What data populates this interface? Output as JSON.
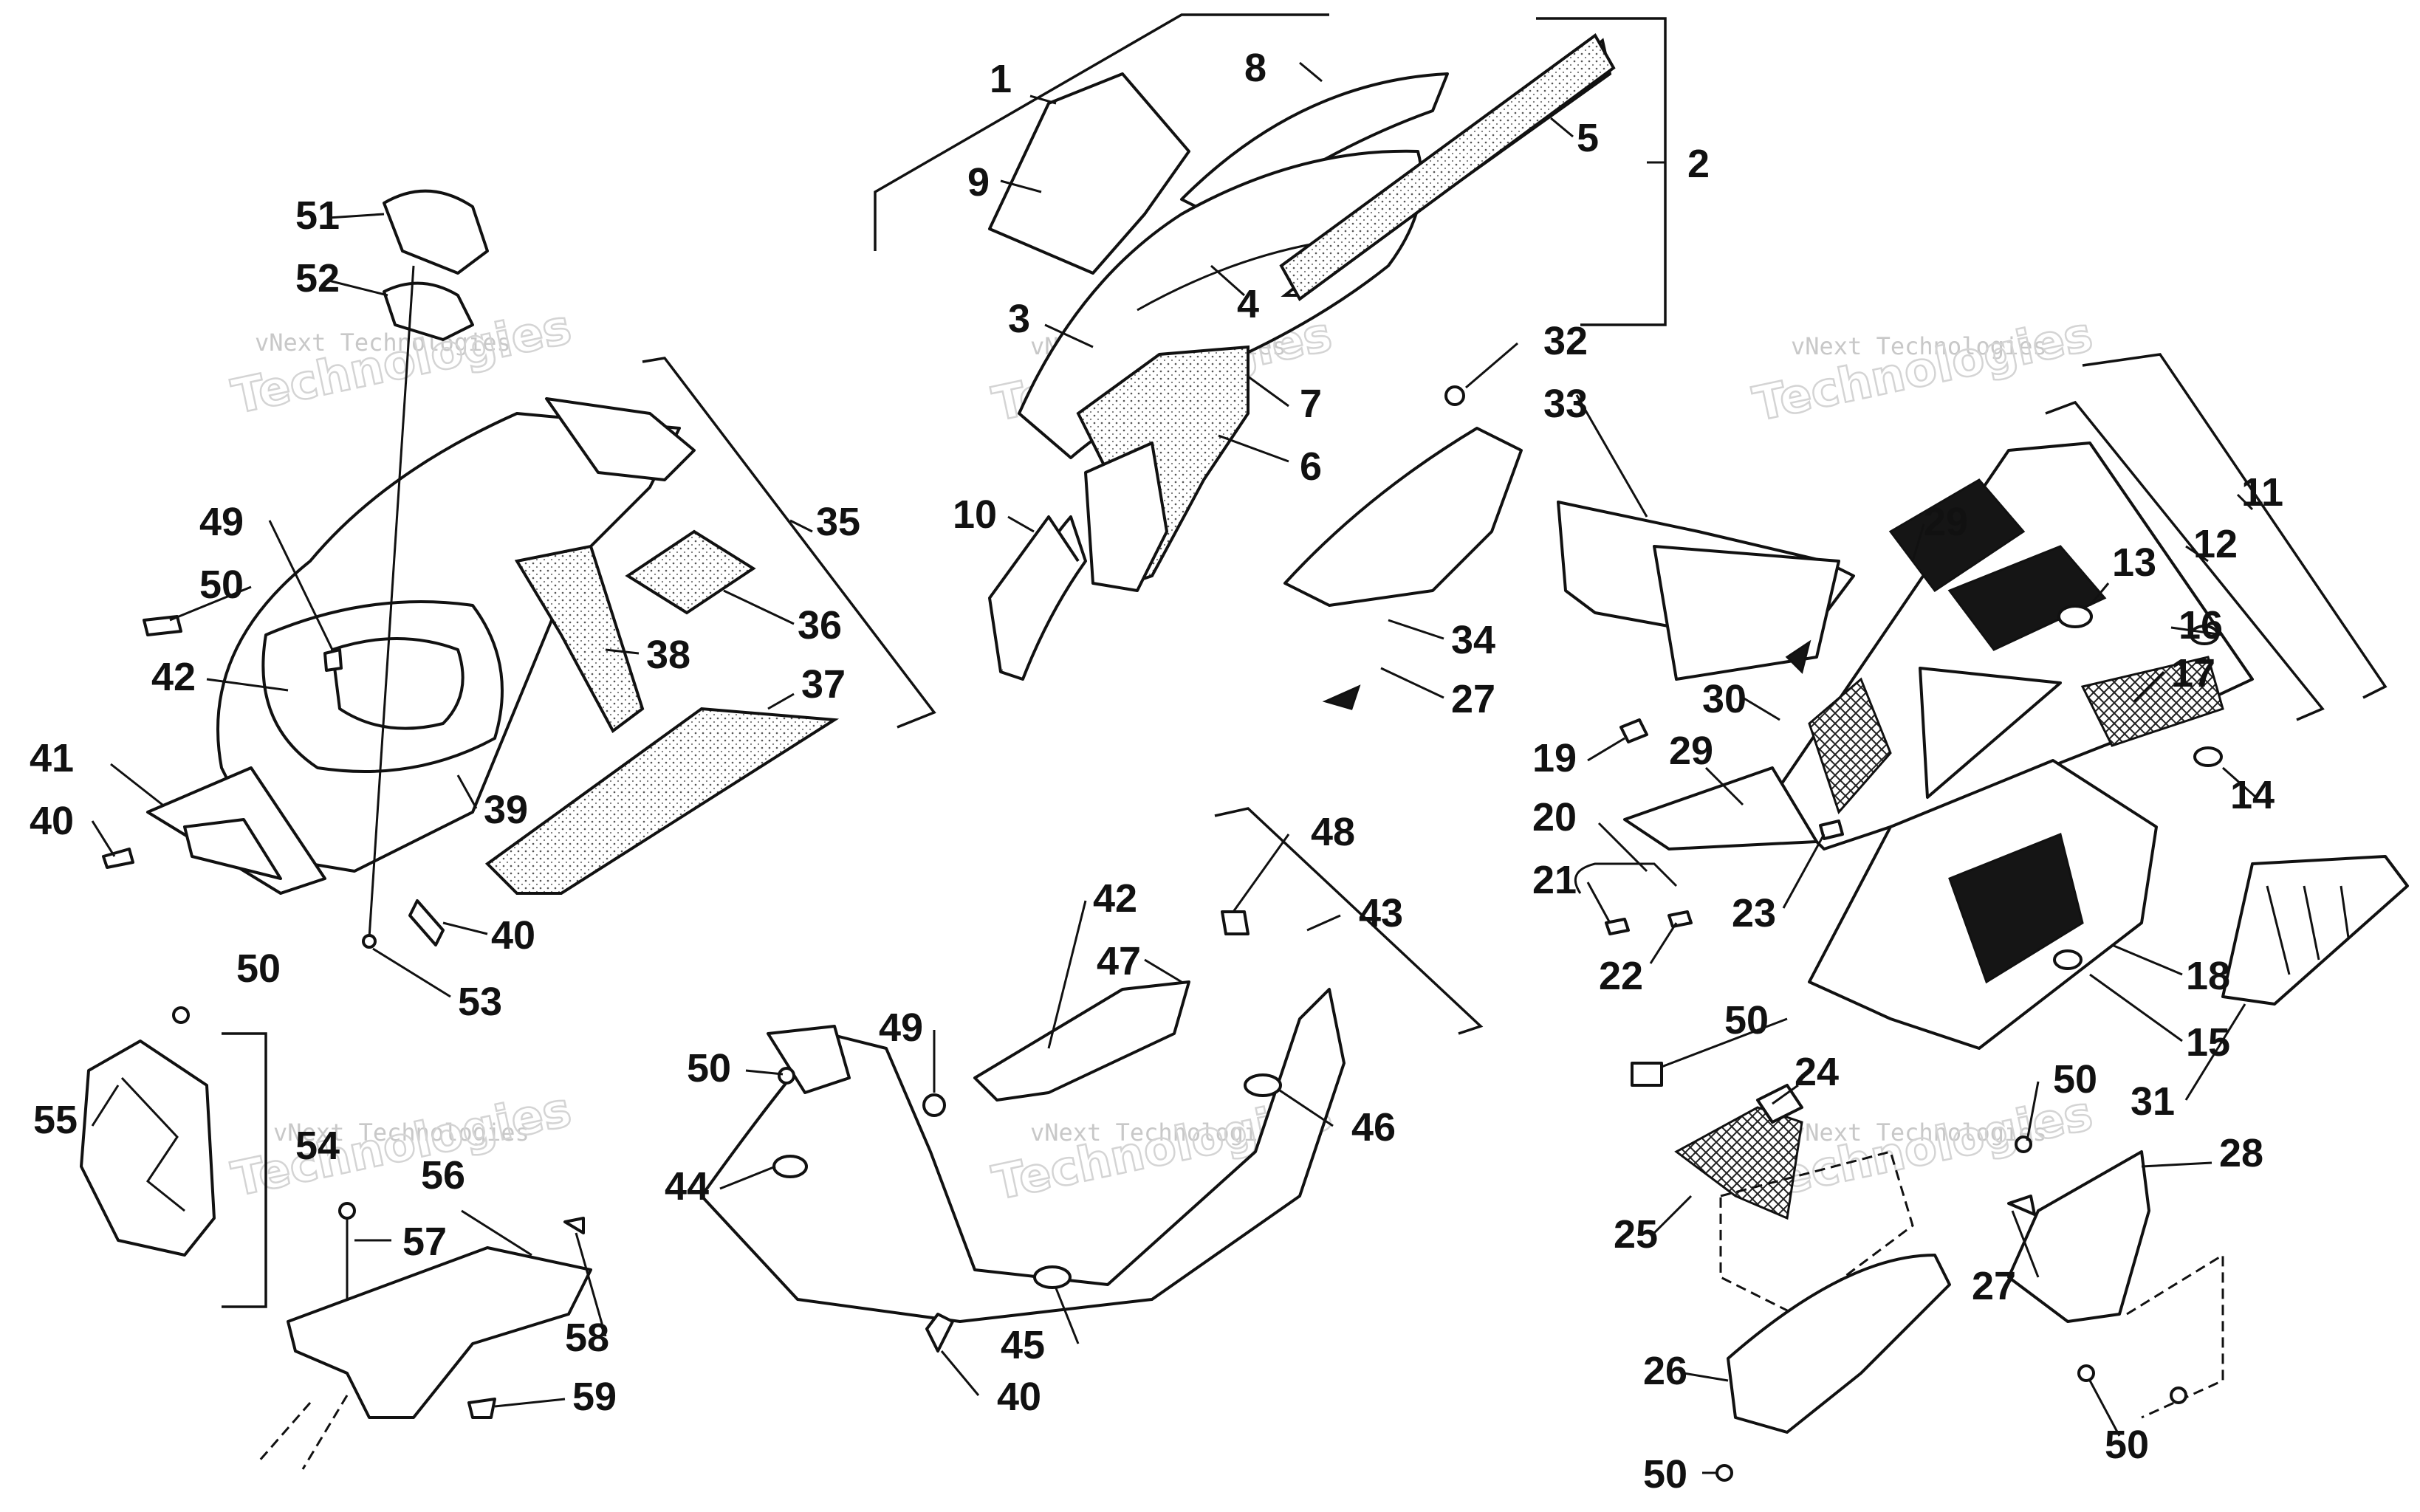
{
  "watermark": {
    "brand": "vNext Technologies",
    "word": "Technologies"
  },
  "callouts": {
    "c1": "1",
    "c2": "2",
    "c3": "3",
    "c4": "4",
    "c5": "5",
    "c6": "6",
    "c7": "7",
    "c8": "8",
    "c9": "9",
    "c10": "10",
    "c11": "11",
    "c12": "12",
    "c13": "13",
    "c14": "14",
    "c15": "15",
    "c16": "16",
    "c17": "17",
    "c18": "18",
    "c19": "19",
    "c20": "20",
    "c21": "21",
    "c22": "22",
    "c23": "23",
    "c24": "24",
    "c25": "25",
    "c26": "26",
    "c27": "27",
    "c28": "28",
    "c29": "29",
    "c30": "30",
    "c31": "31",
    "c32": "32",
    "c33": "33",
    "c34": "34",
    "c35": "35",
    "c36": "36",
    "c37": "37",
    "c38": "38",
    "c39": "39",
    "c40": "40",
    "c41": "41",
    "c42": "42",
    "c43": "43",
    "c44": "44",
    "c45": "45",
    "c46": "46",
    "c47": "47",
    "c48": "48",
    "c49": "49",
    "c50": "50",
    "c51": "51",
    "c52": "52",
    "c53": "53",
    "c54": "54",
    "c55": "55",
    "c56": "56",
    "c57": "57",
    "c58": "58",
    "c59": "59"
  },
  "colors": {
    "ink": "#111111",
    "watermark": "#c8c8c8",
    "background": "#ffffff"
  }
}
